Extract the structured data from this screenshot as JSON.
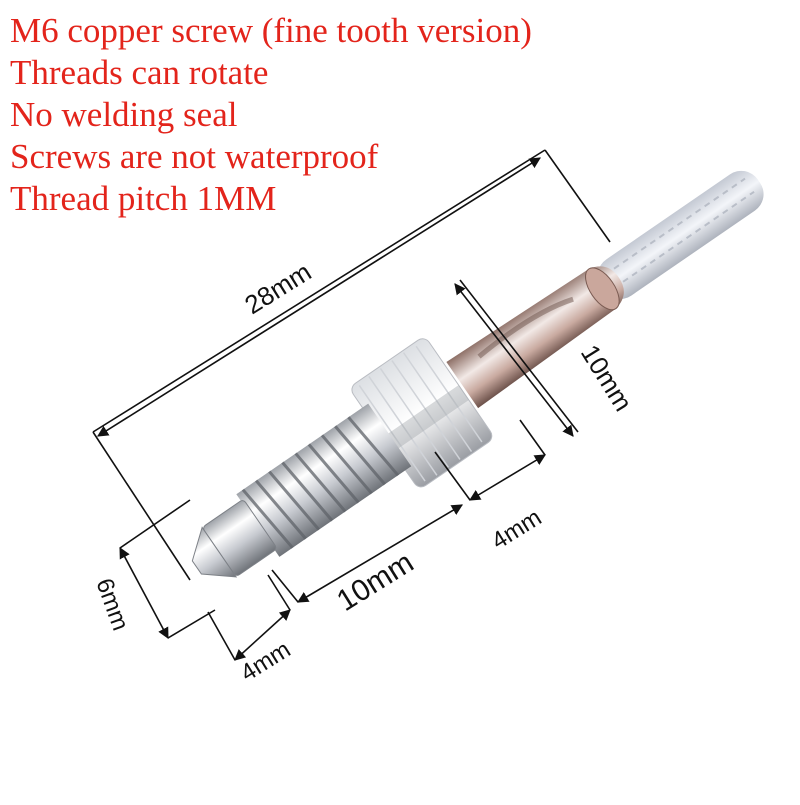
{
  "caption": {
    "lines": [
      "M6 copper screw (fine tooth version)",
      "Threads can rotate",
      "No welding seal",
      "Screws are not waterproof",
      "Thread pitch 1MM"
    ],
    "color": "#e3241b"
  },
  "dimensions": {
    "total_length": "28mm",
    "hex_width": "10mm",
    "hex_thickness": "4mm",
    "thread_length": "10mm",
    "tip_length": "4mm",
    "diameter": "6mm"
  },
  "colors": {
    "metal_light": "#f4f5f7",
    "metal_dark": "#8a8d93",
    "copper_tint": "#b88a7a",
    "cable": "#d9dde6",
    "dimension_line": "#111111"
  }
}
